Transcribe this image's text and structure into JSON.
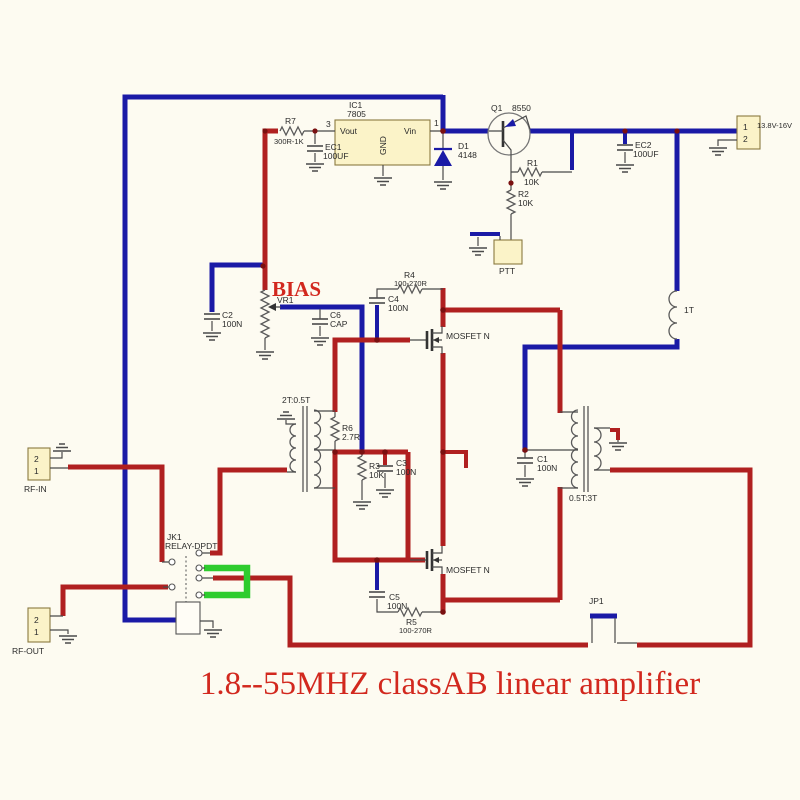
{
  "title": "1.8--55MHZ classAB  linear amplifier",
  "bias_label": "BIAS",
  "power": {
    "ic1": {
      "ref": "IC1",
      "part": "7805",
      "pin_vout": "Vout",
      "pin_gnd": "GND",
      "pin_vin": "Vin",
      "pin3": "3",
      "pin1": "1"
    },
    "r7": {
      "ref": "R7",
      "value": "300R-1K"
    },
    "ec1": {
      "ref": "EC1",
      "value": "100UF"
    },
    "d1": {
      "ref": "D1",
      "value": "4148"
    },
    "q1": {
      "ref": "Q1",
      "value": "8550"
    },
    "r1": {
      "ref": "R1",
      "value": "10K"
    },
    "r2": {
      "ref": "R2",
      "value": "10K"
    },
    "ec2": {
      "ref": "EC2",
      "value": "100UF"
    },
    "ptt": {
      "label": "PTT"
    },
    "supply_conn": {
      "pin1": "1",
      "pin2": "2",
      "label": "13.8V-16V"
    }
  },
  "bias": {
    "vr1": {
      "ref": "VR1"
    },
    "c2": {
      "ref": "C2",
      "value": "100N"
    },
    "c6": {
      "ref": "C6",
      "value": "CAP"
    }
  },
  "amplifier": {
    "r4": {
      "ref": "R4",
      "value": "100-270R"
    },
    "c4": {
      "ref": "C4",
      "value": "100N"
    },
    "mosfet_top": {
      "label": "MOSFET N"
    },
    "mosfet_bottom": {
      "label": "MOSFET N"
    },
    "input_transformer": {
      "label": "2T:0.5T"
    },
    "r6": {
      "ref": "R6",
      "value": "2.7R"
    },
    "r3": {
      "ref": "R3",
      "value": "10K"
    },
    "c3": {
      "ref": "C3",
      "value": "100N"
    },
    "c5": {
      "ref": "C5",
      "value": "100N"
    },
    "r5": {
      "ref": "R5",
      "value": "100-270R"
    },
    "output_transformer": {
      "label": "0.5T:3T"
    },
    "c1": {
      "ref": "C1",
      "value": "100N"
    },
    "l1": {
      "label": "1T"
    },
    "jp1": {
      "ref": "JP1"
    }
  },
  "relay": {
    "ref": "JK1",
    "label": "RELAY-DPDT"
  },
  "io": {
    "rf_in": {
      "label": "RF-IN",
      "pin2": "2",
      "pin1": "1"
    },
    "rf_out": {
      "label": "RF-OUT",
      "pin2": "2",
      "pin1": "1"
    }
  },
  "colors": {
    "wire_blue": "#1a1aa6",
    "wire_red": "#b02020",
    "wire_green": "#2ecc2e",
    "title_red": "#d2281e",
    "box_fill": "#fbf3c8"
  }
}
